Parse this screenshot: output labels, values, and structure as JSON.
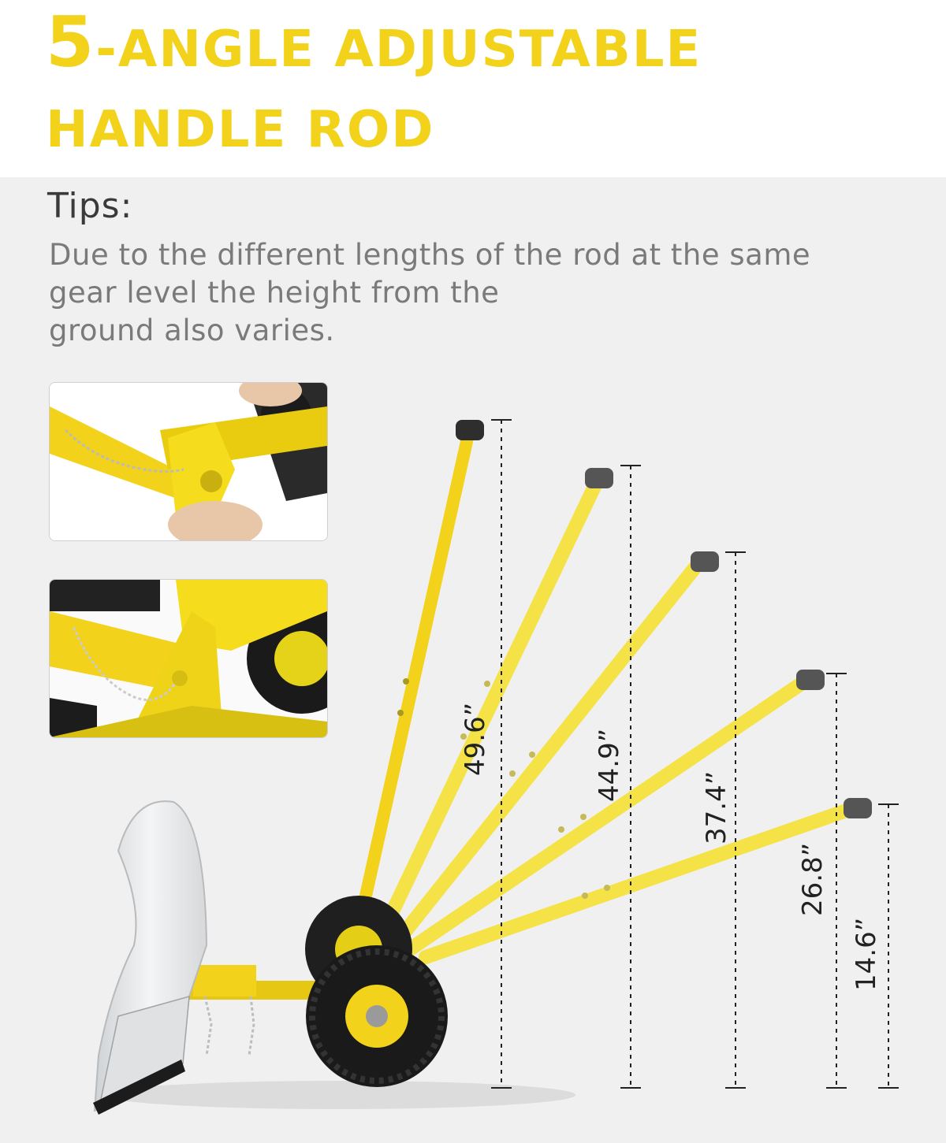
{
  "header": {
    "title_big": "5",
    "title_rest": "-ANGLE ADJUSTABLE",
    "title_line2": "HANDLE ROD"
  },
  "tips": {
    "title": "Tips:",
    "line1": "Due to the different lengths of the rod at the same",
    "line2": "gear level the height from the",
    "line3": "ground also varies."
  },
  "heights": [
    {
      "label": "49.6”"
    },
    {
      "label": "44.9”"
    },
    {
      "label": "37.4”"
    },
    {
      "label": "26.8”"
    },
    {
      "label": "14.6”"
    }
  ],
  "colors": {
    "accent": "#f2d21a",
    "rod": "#f5e02a",
    "tire": "#1c1c1c",
    "blade": "#e4e6e8",
    "dimension_line": "#222222"
  }
}
